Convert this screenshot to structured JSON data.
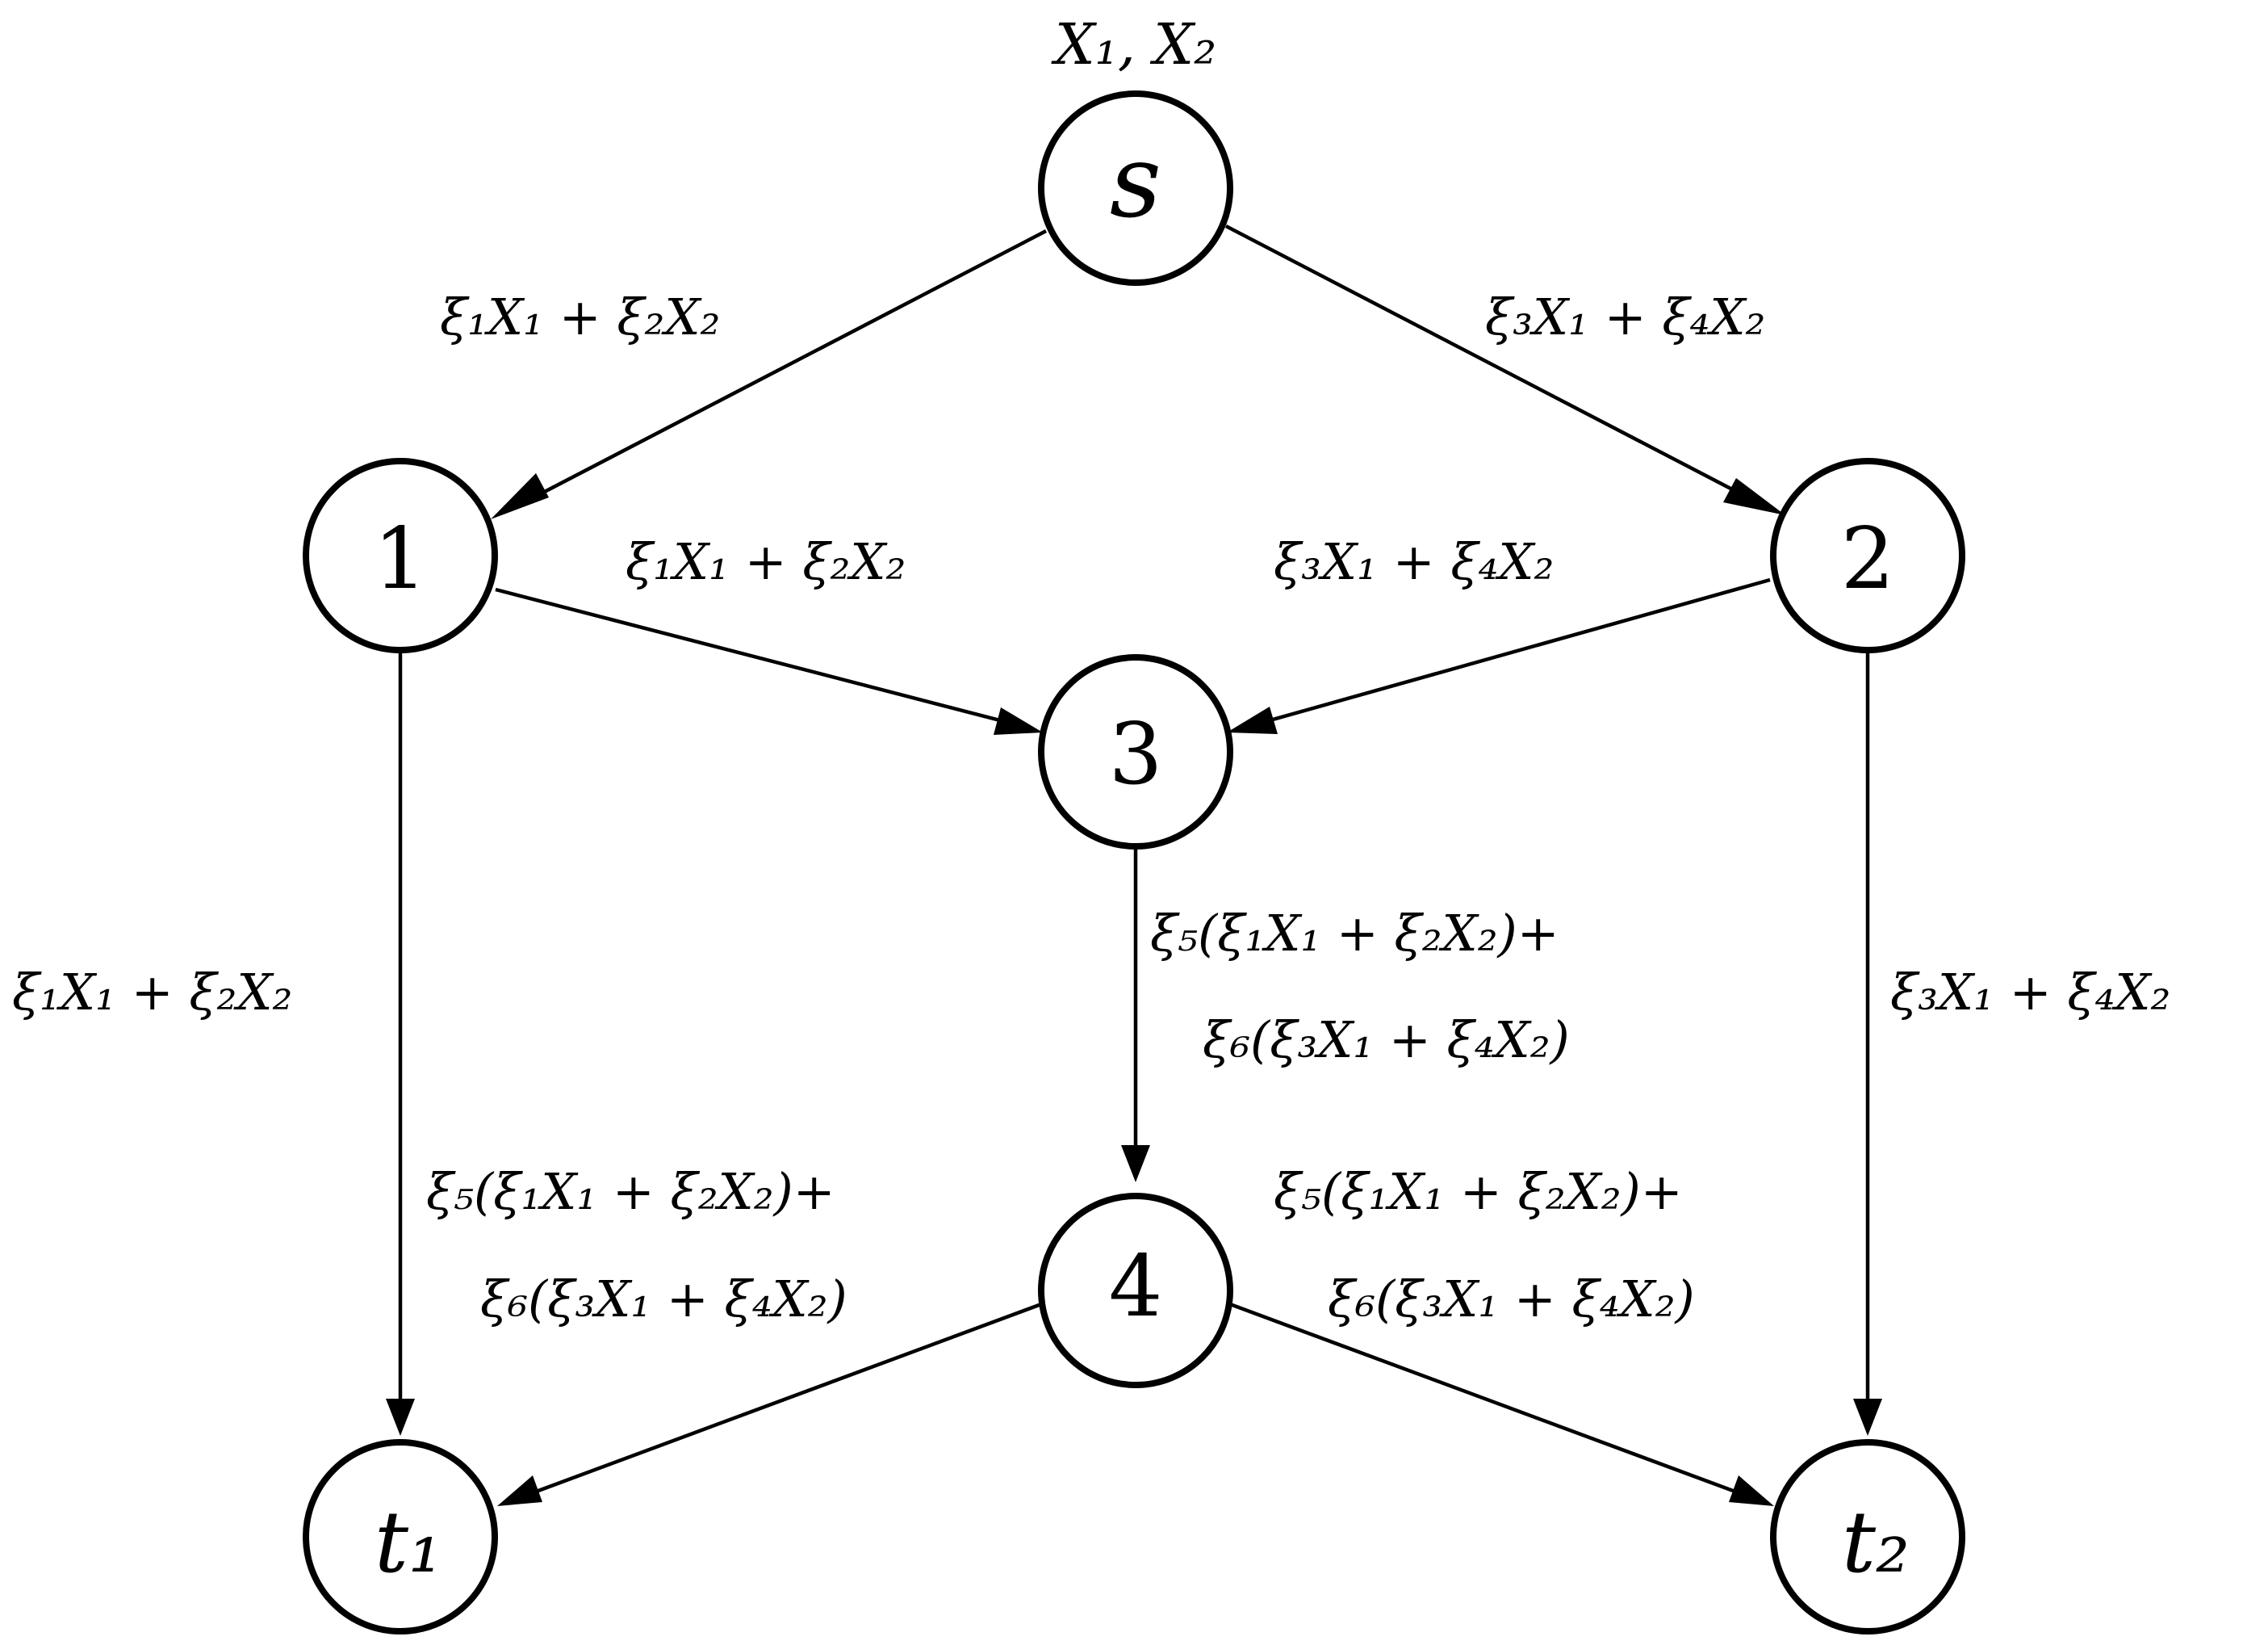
{
  "source_label": "X₁, X₂",
  "nodes": {
    "s": "s",
    "n1": "1",
    "n2": "2",
    "n3": "3",
    "n4": "4",
    "t1": "t₁",
    "t2": "t₂"
  },
  "edges": {
    "s_1": "ξ₁X₁ + ξ₂X₂",
    "s_2": "ξ₃X₁ + ξ₄X₂",
    "1_3": "ξ₁X₁ + ξ₂X₂",
    "2_3": "ξ₃X₁ + ξ₄X₂",
    "1_t1": "ξ₁X₁ + ξ₂X₂",
    "2_t2": "ξ₃X₁ + ξ₄X₂",
    "3_4": [
      "ξ₅(ξ₁X₁ + ξ₂X₂)+",
      "ξ₆(ξ₃X₁ + ξ₄X₂)"
    ],
    "4_t1": [
      "ξ₅(ξ₁X₁ + ξ₂X₂)+",
      "ξ₆(ξ₃X₁ + ξ₄X₂)"
    ],
    "4_t2": [
      "ξ₅(ξ₁X₁ + ξ₂X₂)+",
      "ξ₆(ξ₃X₁ + ξ₄X₂)"
    ]
  }
}
